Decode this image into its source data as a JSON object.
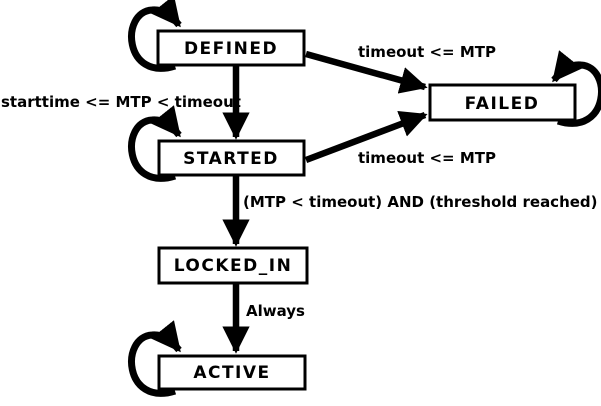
{
  "diagram": {
    "title": "state-machine-diagram",
    "background_color": "#ffffff",
    "line_color": "#000000",
    "box_fill_color": "#ffffff",
    "states": [
      {
        "id": "defined",
        "label": "DEFINED",
        "self_loop": "left"
      },
      {
        "id": "failed",
        "label": "FAILED",
        "self_loop": "right"
      },
      {
        "id": "started",
        "label": "STARTED",
        "self_loop": "left"
      },
      {
        "id": "locked_in",
        "label": "LOCKED_IN",
        "self_loop": "none"
      },
      {
        "id": "active",
        "label": "ACTIVE",
        "self_loop": "left"
      }
    ],
    "transitions": [
      {
        "from": "defined",
        "to": "started",
        "label": "starttime <= MTP < timeout"
      },
      {
        "from": "defined",
        "to": "failed",
        "label": "timeout <= MTP"
      },
      {
        "from": "started",
        "to": "failed",
        "label": "timeout <= MTP"
      },
      {
        "from": "started",
        "to": "locked_in",
        "label": "(MTP < timeout) AND (threshold reached)"
      },
      {
        "from": "locked_in",
        "to": "active",
        "label": "Always"
      }
    ]
  }
}
